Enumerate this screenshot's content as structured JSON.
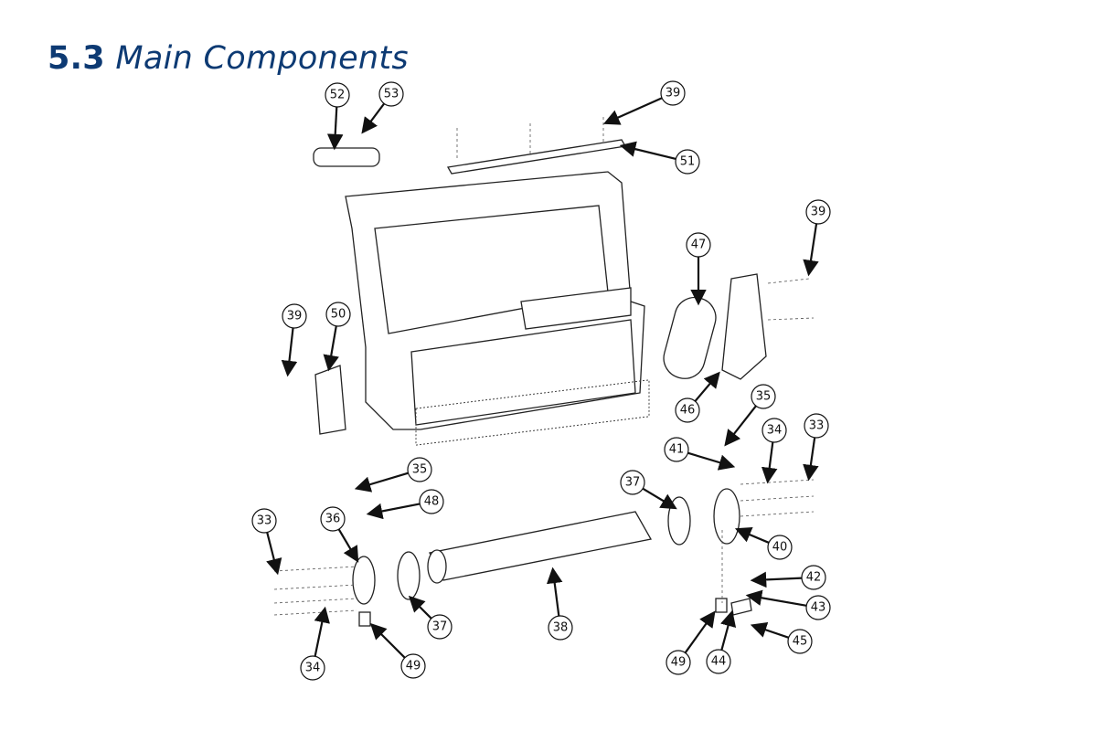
{
  "title": {
    "number": "5.3",
    "text": "Main Components"
  },
  "colors": {
    "title": "#0d3a73"
  },
  "callouts": [
    "52",
    "53",
    "39",
    "51",
    "39",
    "47",
    "50",
    "39",
    "46",
    "35",
    "34",
    "33",
    "41",
    "35",
    "48",
    "37",
    "33",
    "36",
    "40",
    "42",
    "43",
    "37",
    "38",
    "45",
    "34",
    "49",
    "49",
    "44"
  ]
}
